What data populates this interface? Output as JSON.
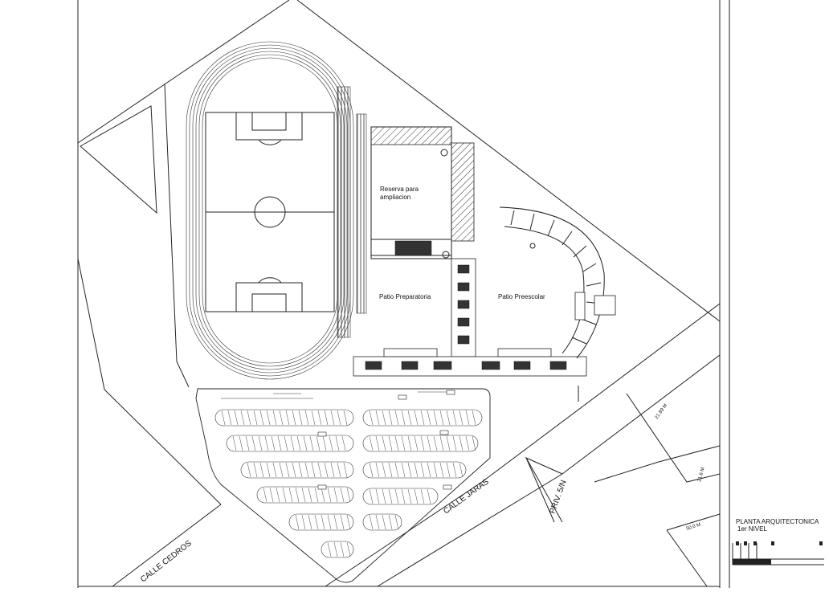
{
  "labels": {
    "reserva_line1": "Reserva para",
    "reserva_line2": "ampliacion",
    "patio_preparatoria": "Patio Preparatoria",
    "patio_preescolar": "Patio Preescolar",
    "calle_cedros": "CALLE CEDROS",
    "calle_jaras": "CALLE JARAS",
    "priv": "PRIV. 5/N",
    "dim_upper": "21.89 M",
    "dim_mid": "21.6 M",
    "dim_lower": "50.0 M"
  },
  "title_block": {
    "title_line1": "PLANTA ARQUITECTONICA",
    "title_line2": "1er NIVEL"
  },
  "colors": {
    "line": "#222222",
    "background": "#ffffff"
  }
}
